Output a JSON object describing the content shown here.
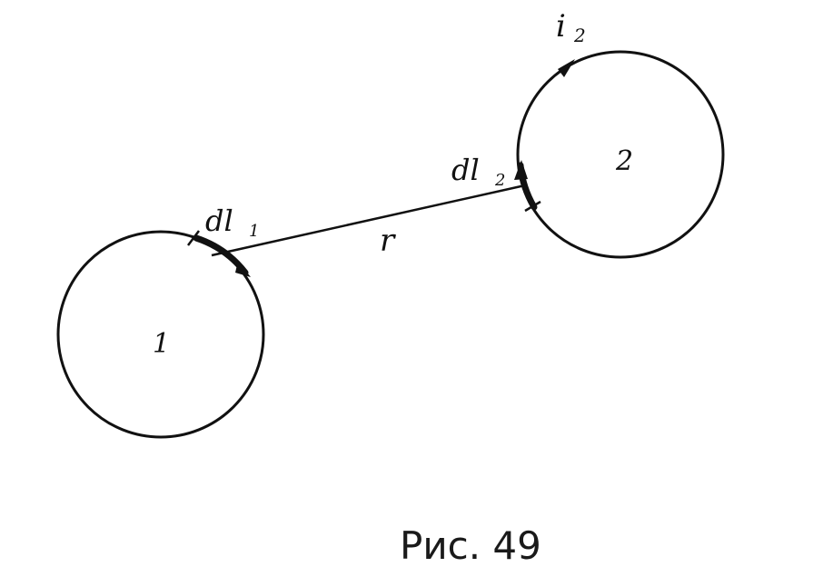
{
  "figure": {
    "loop1_label": "1",
    "loop2_label": "2",
    "dl1_label": "dl",
    "dl1_sub": "1",
    "dl2_label": "dl",
    "dl2_sub": "2",
    "current_label": "i",
    "current_sub": "2",
    "r_label": "r",
    "caption": "Рис. 49"
  }
}
